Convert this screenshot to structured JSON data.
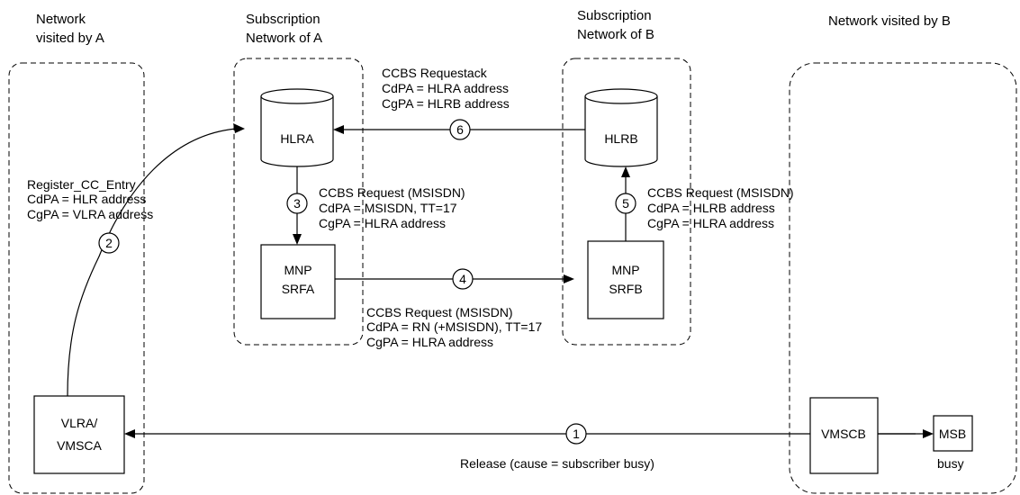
{
  "regions": {
    "network_a": {
      "line1": "Network",
      "line2": "visited by A"
    },
    "sub_a": {
      "line1": "Subscription",
      "line2": "Network of A"
    },
    "sub_b": {
      "line1": "Subscription",
      "line2": "Network of B"
    },
    "network_b": {
      "line1": "Network visited by B"
    }
  },
  "nodes": {
    "hlra": "HLRA",
    "hlrb": "HLRB",
    "mnp_srfa": {
      "line1": "MNP",
      "line2": "SRFA"
    },
    "mnp_srfb": {
      "line1": "MNP",
      "line2": "SRFB"
    },
    "vlra": {
      "line1": "VLRA/",
      "line2": "VMSCA"
    },
    "vmscb": "VMSCB",
    "msb": "MSB",
    "msb_state": "busy"
  },
  "messages": {
    "m1": {
      "number": "1",
      "lines": [
        "Release (cause = subscriber busy)"
      ]
    },
    "m2": {
      "number": "2",
      "lines": [
        "Register_CC_Entry",
        "CdPA = HLR address",
        "CgPA = VLRA address"
      ]
    },
    "m3": {
      "number": "3",
      "lines": [
        "CCBS Request (MSISDN)",
        "CdPA = MSISDN, TT=17",
        "CgPA = HLRA address"
      ]
    },
    "m4": {
      "number": "4",
      "lines": [
        "CCBS Request (MSISDN)",
        "CdPA = RN (+MSISDN), TT=17",
        "CgPA = HLRA address"
      ]
    },
    "m5": {
      "number": "5",
      "lines": [
        "CCBS Request (MSISDN)",
        "CdPA = HLRB address",
        "CgPA = HLRA address"
      ]
    },
    "m6": {
      "number": "6",
      "lines": [
        "CCBS Requestack",
        "CdPA = HLRA address",
        "CgPA = HLRB address"
      ]
    }
  }
}
